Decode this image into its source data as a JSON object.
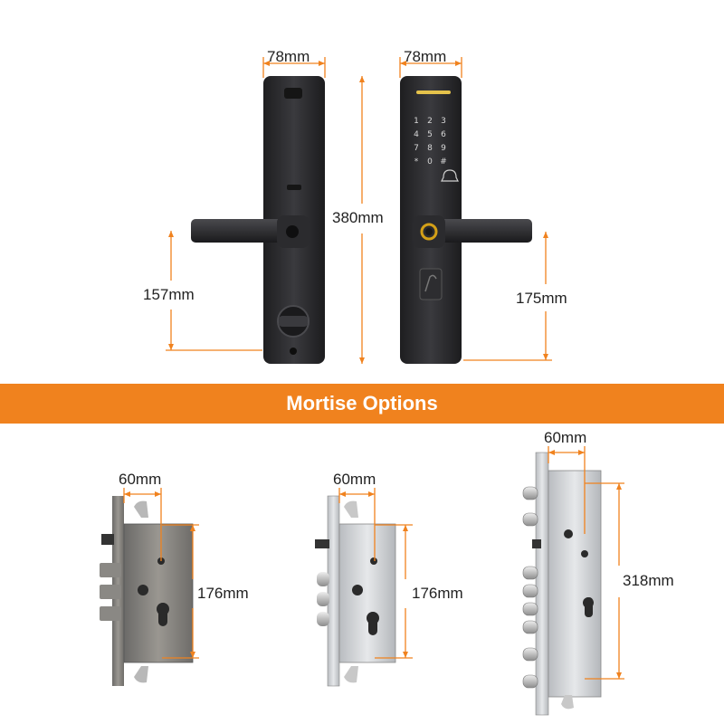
{
  "top": {
    "front_width": "78mm",
    "back_width": "78mm",
    "height": "380mm",
    "front_handle_height": "157mm",
    "back_handle_height": "175mm"
  },
  "banner": {
    "title": "Mortise Options"
  },
  "mortises": [
    {
      "width": "60mm",
      "height": "176mm"
    },
    {
      "width": "60mm",
      "height": "176mm"
    },
    {
      "width": "60mm",
      "height": "318mm"
    }
  ],
  "keypad": {
    "keys": [
      "1",
      "2",
      "3",
      "4",
      "5",
      "6",
      "7",
      "8",
      "9",
      "*",
      "0",
      "#"
    ]
  },
  "colors": {
    "banner": "#f0821e",
    "dimension_line": "#f0821e",
    "lock_body": "#2a2a2c",
    "fingerprint_ring": "#d4a017"
  }
}
